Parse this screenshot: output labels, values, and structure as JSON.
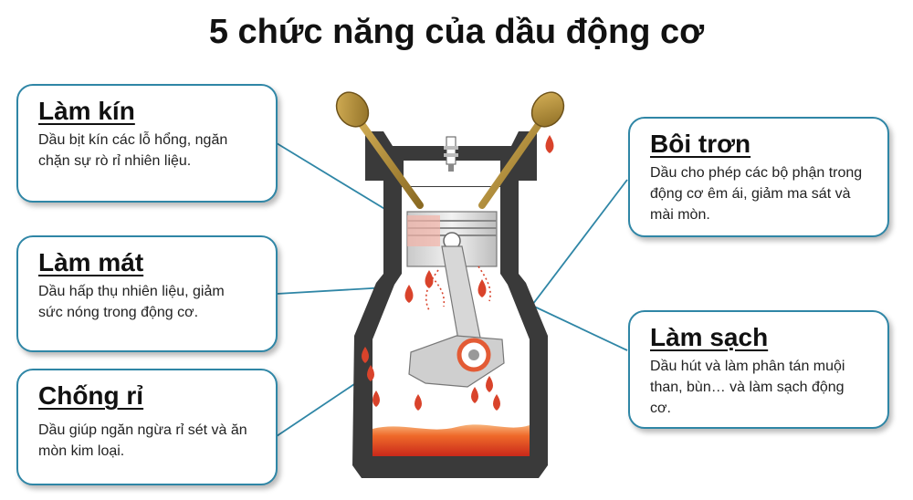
{
  "title": "5 chức năng của dầu động cơ",
  "functions": [
    {
      "heading": "Làm kín",
      "text": "Dầu bịt kín các lỗ hổng, ngăn chặn sự rò rỉ nhiên liệu."
    },
    {
      "heading": "Làm mát",
      "text": "Dầu hấp thụ nhiên liệu, giảm sức nóng trong động cơ."
    },
    {
      "heading": "Chống rỉ",
      "text": "Dầu giúp ngăn ngừa rỉ sét và ăn mòn kim loại."
    },
    {
      "heading": "Bôi trơn",
      "text": "Dầu cho phép các bộ phận trong động cơ êm ái, giảm ma sát và mài mòn."
    },
    {
      "heading": "Làm sạch",
      "text": "Dầu hút và làm phân tán muội than, bùn… và làm sạch động cơ."
    }
  ],
  "colors": {
    "callout_border": "#2f86a6",
    "leader_line": "#2f86a6",
    "engine_block": "#3a3a3a",
    "oil_drop": "#d9432b",
    "oil_pan": "#e8501f",
    "valve": "#b08a3a"
  }
}
